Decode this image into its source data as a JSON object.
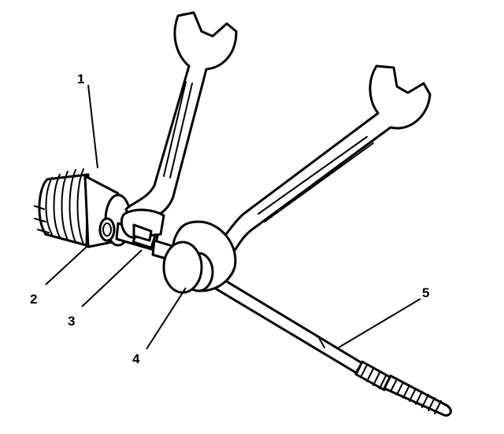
{
  "figure": {
    "callouts": [
      {
        "id": "1",
        "label": "1"
      },
      {
        "id": "2",
        "label": "2"
      },
      {
        "id": "3",
        "label": "3"
      },
      {
        "id": "4",
        "label": "4"
      },
      {
        "id": "5",
        "label": "5"
      }
    ],
    "colors": {
      "ink": "#000000",
      "paper": "#ffffff"
    }
  }
}
